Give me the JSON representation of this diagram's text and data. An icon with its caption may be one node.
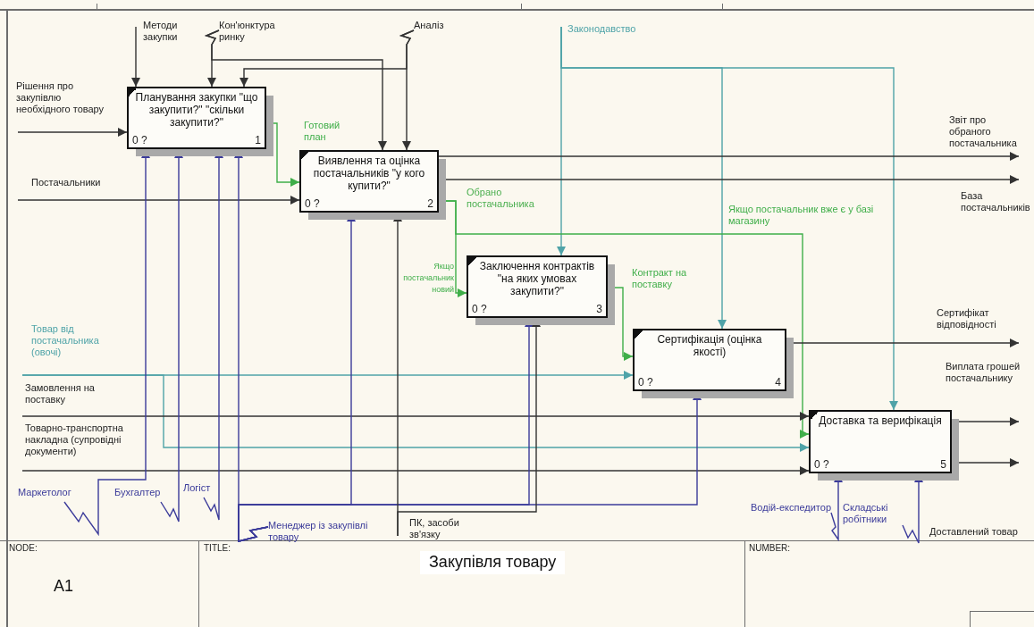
{
  "diagram": {
    "title": "Закупівля товару",
    "nodes": [
      {
        "text": [
          "Методи закупки"
        ]
      },
      {
        "text": [
          "Кон'юнктура ринку"
        ]
      },
      {
        "text": [
          "Аналіз"
        ]
      },
      {
        "text": [
          "Законодавство"
        ]
      },
      {
        "text": [
          "Рішення про закупівлю необхідного товару"
        ]
      },
      {
        "text": [
          "Планування закупки \"що закупити?\" \"скільки закупити?\"",
          "0 ?",
          "1"
        ]
      },
      {
        "text": [
          "Звіт про обраного постачальника"
        ]
      },
      {
        "text": [
          "Виявлення та оцінка постачальників \"у кого купити?\"",
          "0 ?",
          "2"
        ]
      },
      {
        "text": [
          "Постачальники"
        ]
      },
      {
        "text": [
          "База постачальників"
        ]
      },
      {
        "text": [
          "Заключення контрактів \"на яких умовах закупити?\"",
          "0 ?",
          "3"
        ]
      },
      {
        "text": [
          "Сертифікат відповідності"
        ]
      },
      {
        "text": [
          "Товар від постачальника (овочі)"
        ]
      },
      {
        "text": [
          "Сертифікація (оцінка якості)",
          "0 ?",
          "4"
        ]
      },
      {
        "text": [
          "Виплата грошей постачальнику"
        ]
      },
      {
        "text": [
          "Замовлення на поставку"
        ]
      },
      {
        "text": [
          "Доставка та верифікація",
          "0 ?",
          "5"
        ]
      },
      {
        "text": [
          "Товарно-транспортна накладна (супровідні документи)"
        ]
      },
      {
        "text": [
          "Маркетолог"
        ]
      },
      {
        "text": [
          "Бухгалтер"
        ]
      },
      {
        "text": [
          "Логіст"
        ]
      },
      {
        "text": [
          "Водій-експедитор"
        ]
      },
      {
        "text": [
          "Складські робітники"
        ]
      },
      {
        "text": [
          "Менеджер із закупівлі товару"
        ]
      },
      {
        "text": [
          "ПК, засоби зв'язку"
        ]
      },
      {
        "text": [
          "Доставлений товар"
        ]
      }
    ],
    "edges": [
      {
        "from": 0,
        "to": 5,
        "arrow": "to"
      },
      {
        "from": 1,
        "to": 5,
        "arrow": "to"
      },
      {
        "from": 1,
        "to": 7,
        "arrow": "to"
      },
      {
        "from": 2,
        "to": 7,
        "arrow": "to"
      },
      {
        "from": 2,
        "to": 5,
        "arrow": "to"
      },
      {
        "from": 3,
        "to": 10,
        "arrow": "to",
        "color": "#4fa3a8"
      },
      {
        "from": 3,
        "to": 13,
        "arrow": "to",
        "color": "#4fa3a8"
      },
      {
        "from": 3,
        "to": 16,
        "arrow": "to",
        "color": "#4fa3a8"
      },
      {
        "from": 4,
        "to": 5,
        "arrow": "to"
      },
      {
        "from": 5,
        "to": 7,
        "arrow": "to",
        "label": "Готовий план",
        "color": "#3fae49"
      },
      {
        "from": 8,
        "to": 7,
        "arrow": "to"
      },
      {
        "from": 7,
        "to": 6,
        "arrow": "to"
      },
      {
        "from": 7,
        "to": 9,
        "arrow": "to"
      },
      {
        "from": 7,
        "to": 10,
        "arrow": "to",
        "label": "Якщо постачальник новий",
        "color": "#3fae49"
      },
      {
        "from": 7,
        "to": 16,
        "arrow": "to",
        "label": "Якщо постачальник вже є у базі магазину",
        "color": "#3fae49"
      },
      {
        "from": 10,
        "to": 13,
        "arrow": "to",
        "label": "Контракт на поставку",
        "color": "#3fae49"
      },
      {
        "from": 13,
        "to": 11,
        "arrow": "to"
      },
      {
        "from": 12,
        "to": 13,
        "arrow": "to",
        "color": "#4fa3a8"
      },
      {
        "from": 12,
        "to": 16,
        "arrow": "to",
        "color": "#4fa3a8"
      },
      {
        "from": 15,
        "to": 16,
        "arrow": "to"
      },
      {
        "from": 17,
        "to": 16,
        "arrow": "to"
      },
      {
        "from": 16,
        "to": 14,
        "arrow": "to"
      },
      {
        "from": 16,
        "to": 25,
        "arrow": "to"
      },
      {
        "from": 18,
        "to": 5,
        "arrow": "to",
        "color": "#3b3b9a"
      },
      {
        "from": 19,
        "to": 5,
        "arrow": "to",
        "color": "#3b3b9a"
      },
      {
        "from": 20,
        "to": 5,
        "arrow": "to",
        "color": "#3b3b9a"
      },
      {
        "from": 23,
        "to": 5,
        "arrow": "to",
        "color": "#3b3b9a"
      },
      {
        "from": 23,
        "to": 7,
        "arrow": "to",
        "color": "#3b3b9a"
      },
      {
        "from": 23,
        "to": 10,
        "arrow": "to",
        "color": "#3b3b9a"
      },
      {
        "from": 23,
        "to": 13,
        "arrow": "to",
        "color": "#3b3b9a"
      },
      {
        "from": 24,
        "to": 7,
        "arrow": "to"
      },
      {
        "from": 24,
        "to": 10,
        "arrow": "to"
      },
      {
        "from": 21,
        "to": 16,
        "arrow": "to",
        "color": "#3b3b9a"
      },
      {
        "from": 22,
        "to": 16,
        "arrow": "to",
        "color": "#3b3b9a"
      }
    ],
    "labels": [
      "Обрано постачальника",
      "NODE:",
      "A1",
      "TITLE:",
      "NUMBER:"
    ]
  }
}
